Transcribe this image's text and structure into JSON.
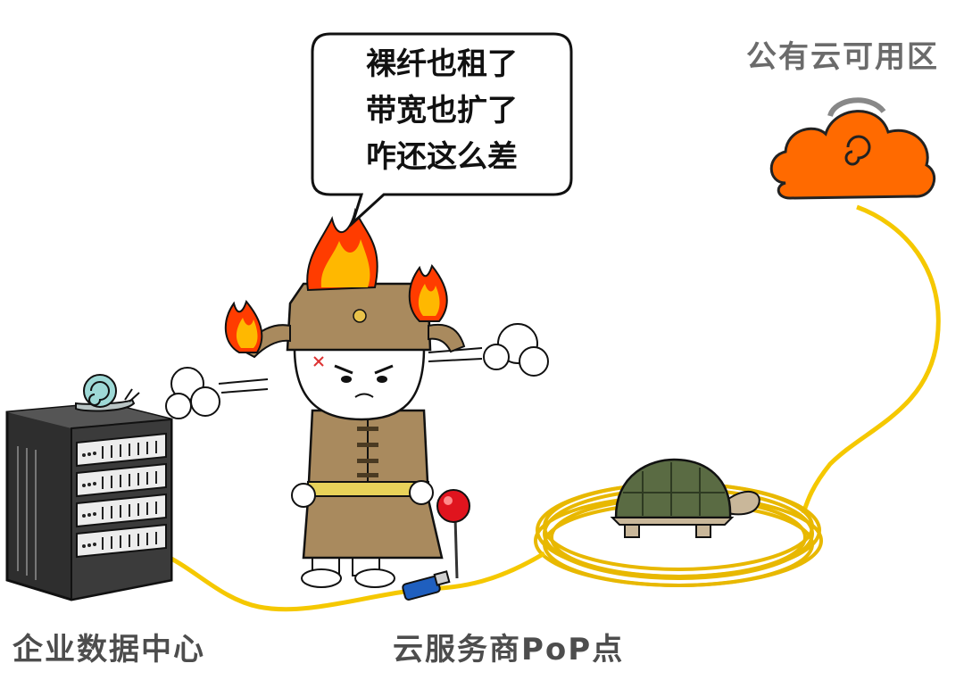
{
  "speech_bubble": {
    "lines": [
      "裸纤也租了",
      "带宽也扩了",
      "咋还这么差"
    ]
  },
  "labels": {
    "cloud_zone": "公有云可用区",
    "enterprise_dc": "企业数据中心",
    "pop": "云服务商PoP点"
  },
  "colors": {
    "cloud": "#ff6a00",
    "fiber": "#f5c800",
    "robe": "#a98a5e",
    "server": "#3a3a3a",
    "flame": "#ff3c00"
  },
  "icons": [
    "server-rack-icon",
    "snail-icon",
    "turtle-icon",
    "cloud-icon",
    "flame-icon",
    "red-button-icon",
    "fiber-connector-icon"
  ]
}
